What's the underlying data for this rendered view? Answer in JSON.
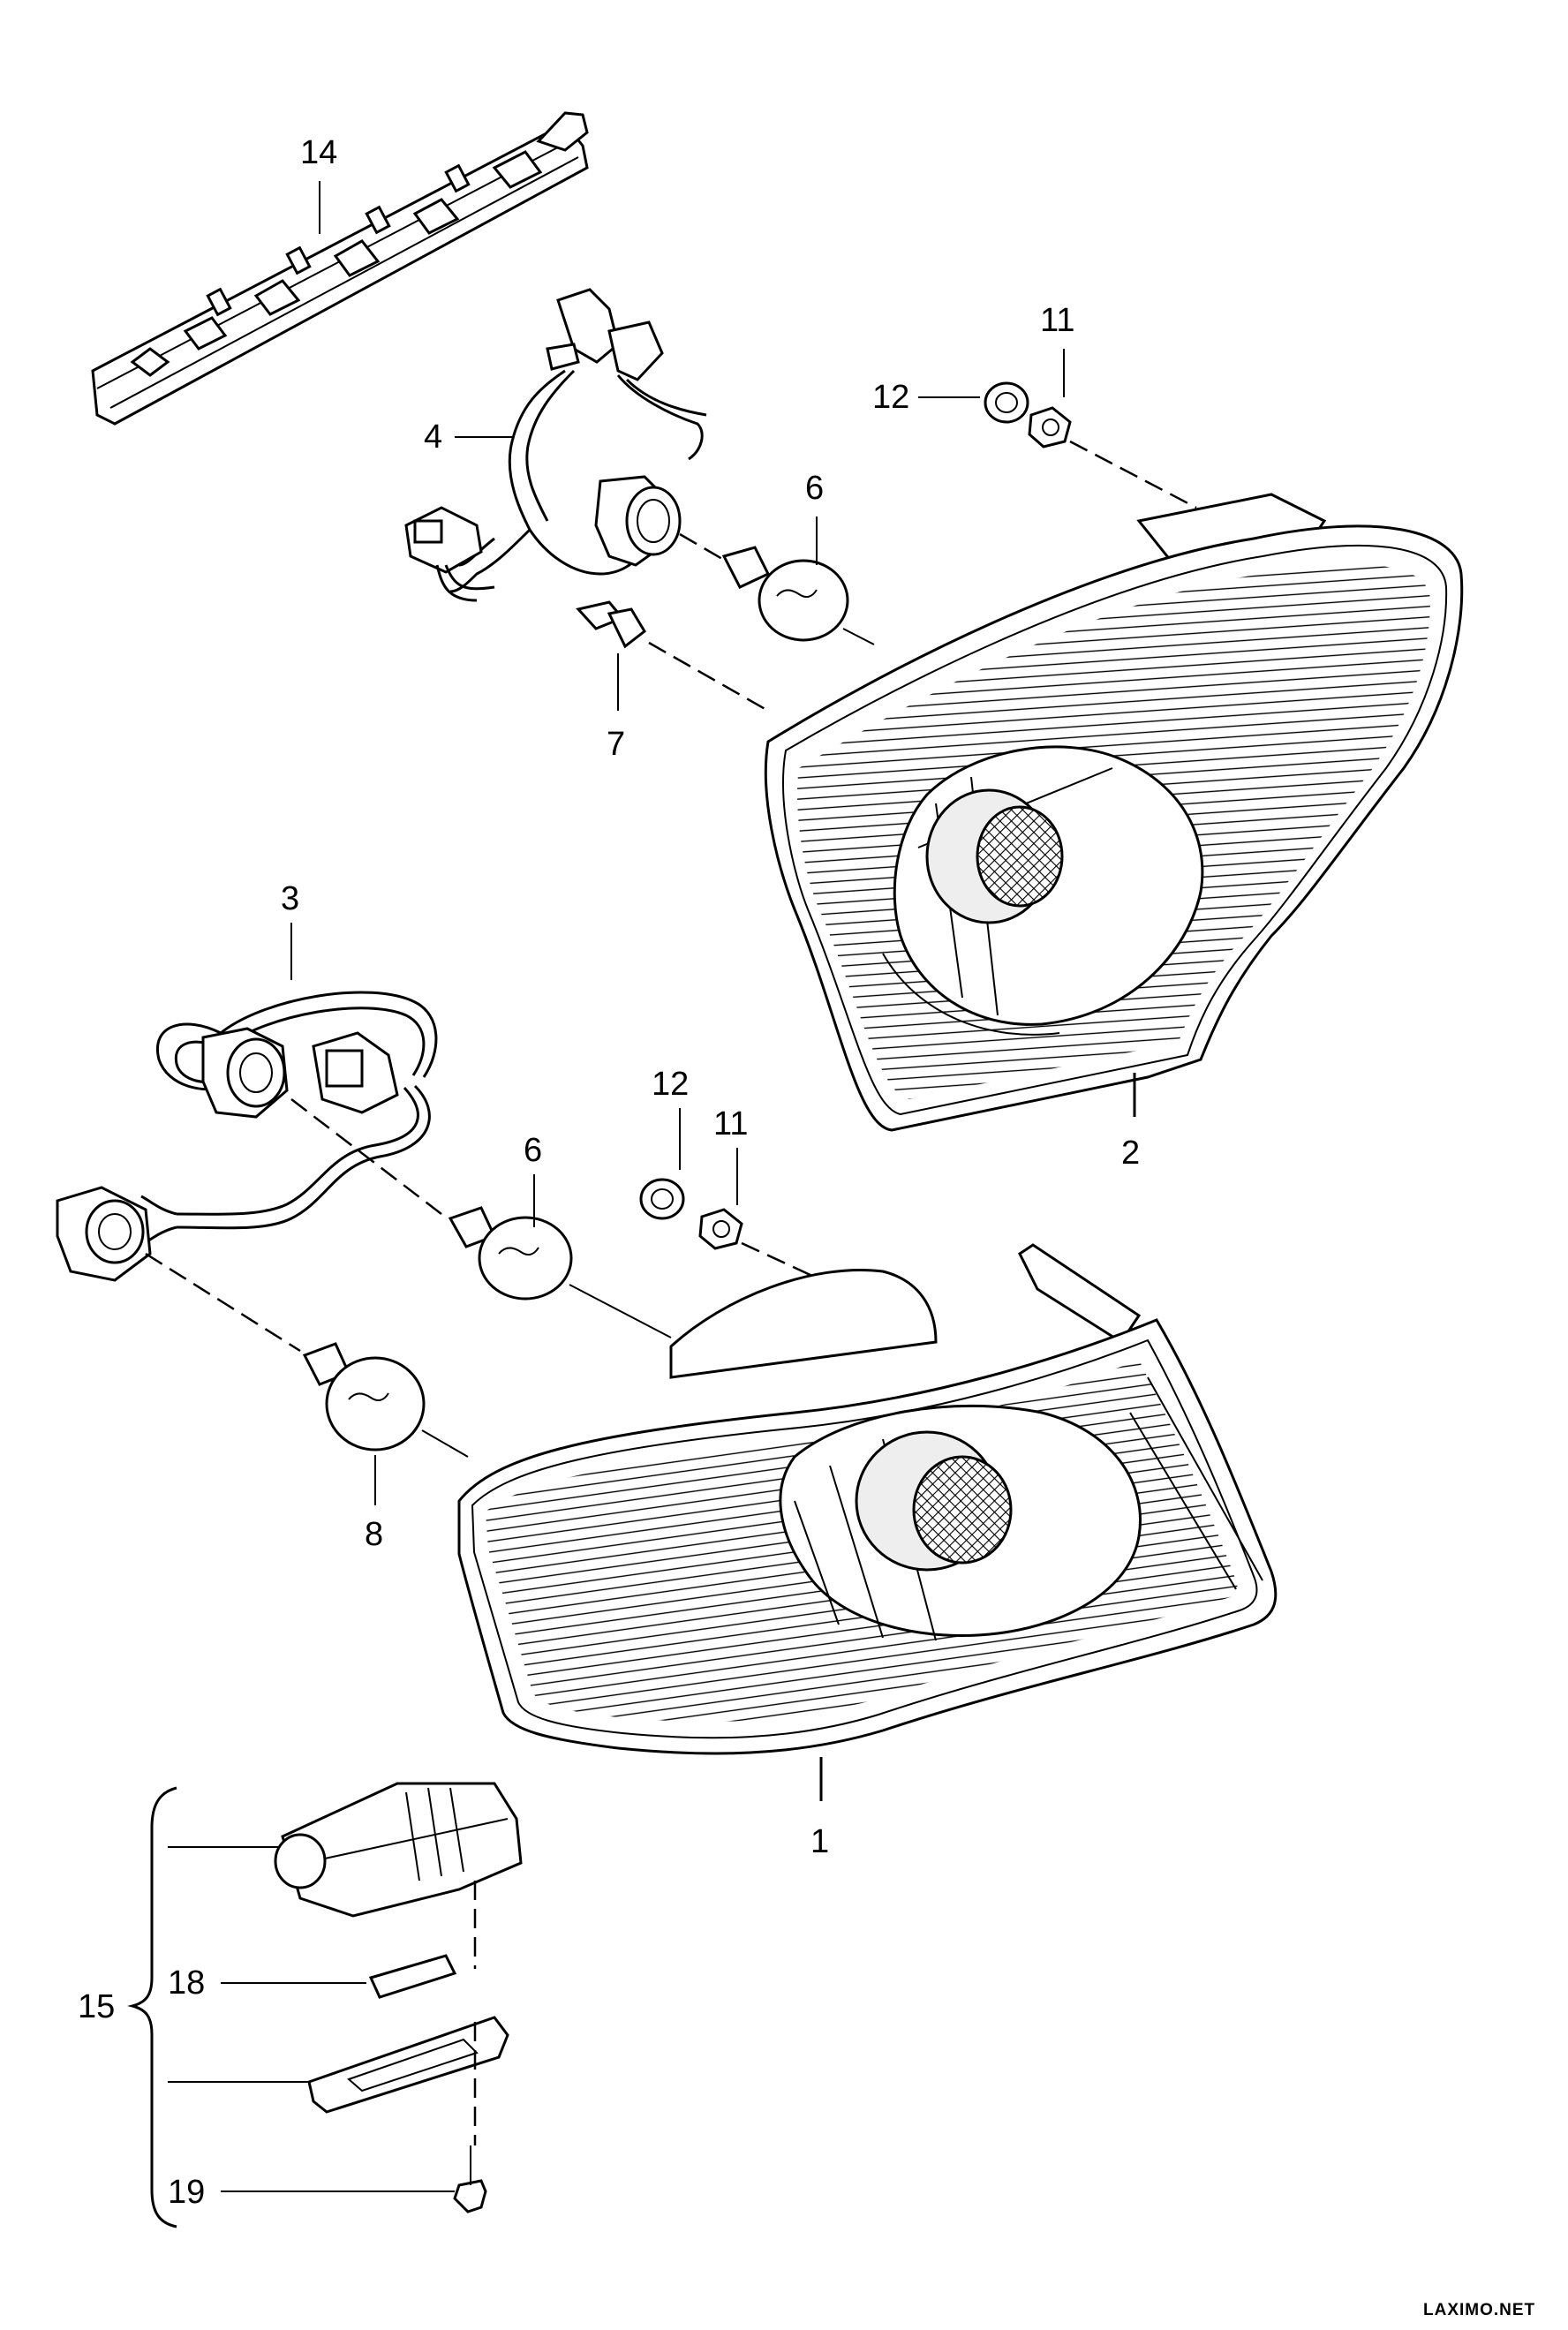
{
  "callouts": {
    "c1": "1",
    "c2": "2",
    "c3": "3",
    "c4": "4",
    "c6a": "6",
    "c6b": "6",
    "c7": "7",
    "c8": "8",
    "c11a": "11",
    "c11b": "11",
    "c12a": "12",
    "c12b": "12",
    "c14": "14",
    "c15": "15",
    "c18": "18",
    "c19": "19"
  },
  "watermark": "LAXIMO.NET"
}
